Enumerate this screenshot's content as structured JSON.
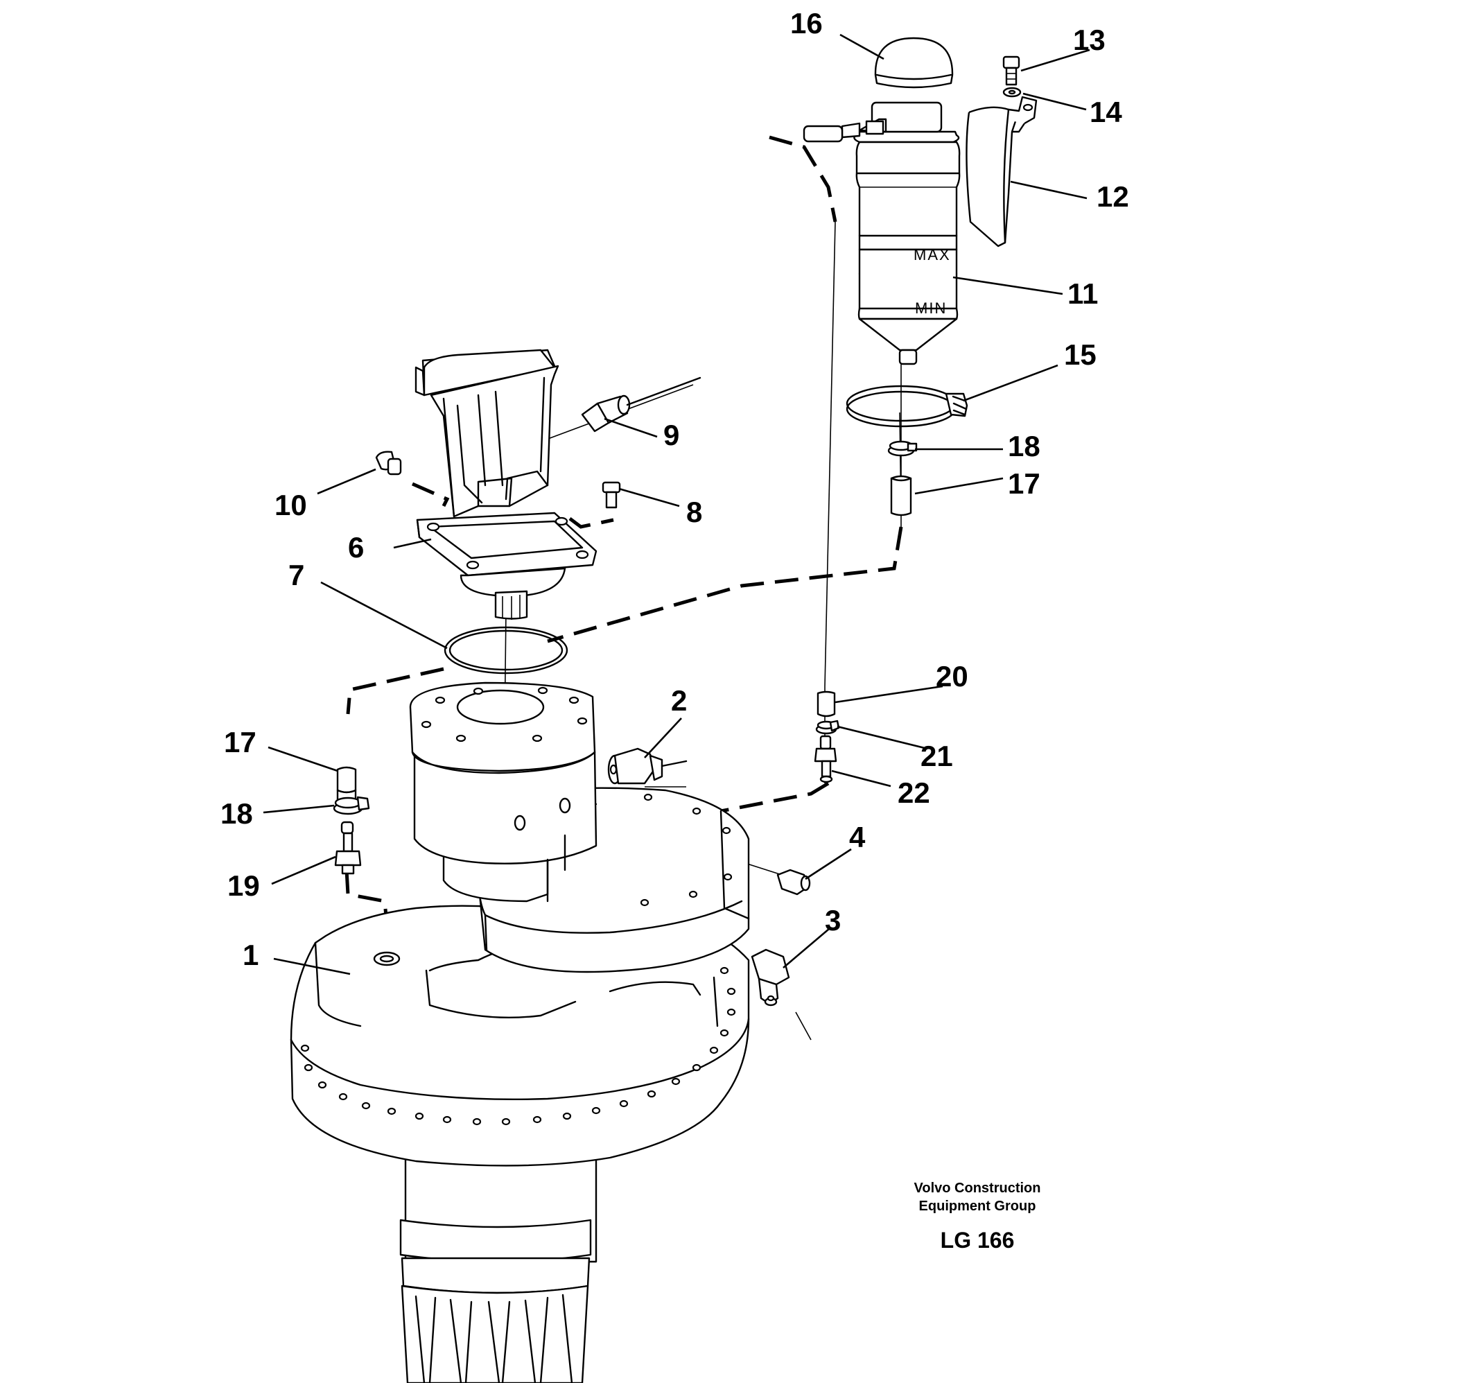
{
  "callouts": [
    "16",
    "13",
    "14",
    "12",
    "11",
    "15",
    "18",
    "17",
    "9",
    "10",
    "8",
    "6",
    "7",
    "20",
    "2",
    "17",
    "21",
    "18",
    "22",
    "4",
    "19",
    "3",
    "1"
  ],
  "footer": {
    "company_line1": "Volvo Construction",
    "company_line2": "Equipment Group",
    "drawing_code": "LG 166"
  },
  "tank_marks": {
    "max": "MAX",
    "min": "MIN"
  }
}
